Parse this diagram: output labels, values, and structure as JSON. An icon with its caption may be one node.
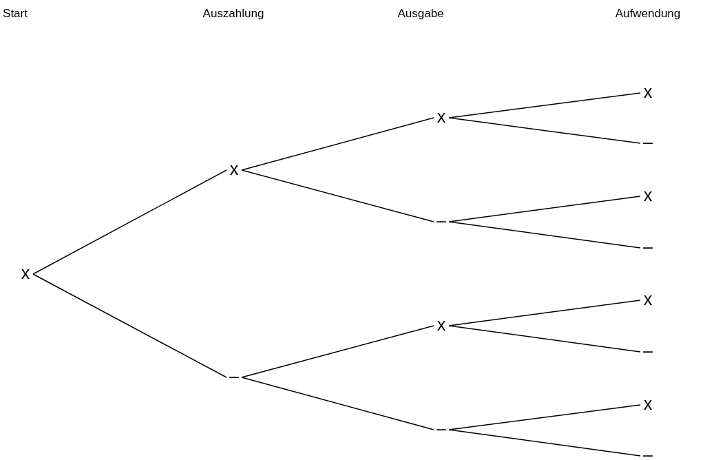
{
  "diagram": {
    "nodes": [
      {
        "text": [
          "x"
        ]
      },
      {
        "text": [
          "x"
        ]
      },
      {
        "text": [
          "–"
        ]
      },
      {
        "text": [
          "x"
        ]
      },
      {
        "text": [
          "–"
        ]
      },
      {
        "text": [
          "x"
        ]
      },
      {
        "text": [
          "–"
        ]
      },
      {
        "text": [
          "x"
        ]
      },
      {
        "text": [
          "–"
        ]
      },
      {
        "text": [
          "x"
        ]
      },
      {
        "text": [
          "–"
        ]
      },
      {
        "text": [
          "x"
        ]
      },
      {
        "text": [
          "–"
        ]
      },
      {
        "text": [
          "x"
        ]
      },
      {
        "text": [
          "–"
        ]
      }
    ],
    "edges": [
      {
        "from": 0,
        "to": 1,
        "arrow": "none"
      },
      {
        "from": 0,
        "to": 2,
        "arrow": "none"
      },
      {
        "from": 1,
        "to": 3,
        "arrow": "none"
      },
      {
        "from": 1,
        "to": 4,
        "arrow": "none"
      },
      {
        "from": 2,
        "to": 5,
        "arrow": "none"
      },
      {
        "from": 2,
        "to": 6,
        "arrow": "none"
      },
      {
        "from": 3,
        "to": 7,
        "arrow": "none"
      },
      {
        "from": 3,
        "to": 8,
        "arrow": "none"
      },
      {
        "from": 4,
        "to": 9,
        "arrow": "none"
      },
      {
        "from": 4,
        "to": 10,
        "arrow": "none"
      },
      {
        "from": 5,
        "to": 11,
        "arrow": "none"
      },
      {
        "from": 5,
        "to": 12,
        "arrow": "none"
      },
      {
        "from": 6,
        "to": 13,
        "arrow": "none"
      },
      {
        "from": 6,
        "to": 14,
        "arrow": "none"
      }
    ],
    "labels": [
      "Start",
      "Auszahlung",
      "Ausgabe",
      "Aufwendung"
    ]
  }
}
